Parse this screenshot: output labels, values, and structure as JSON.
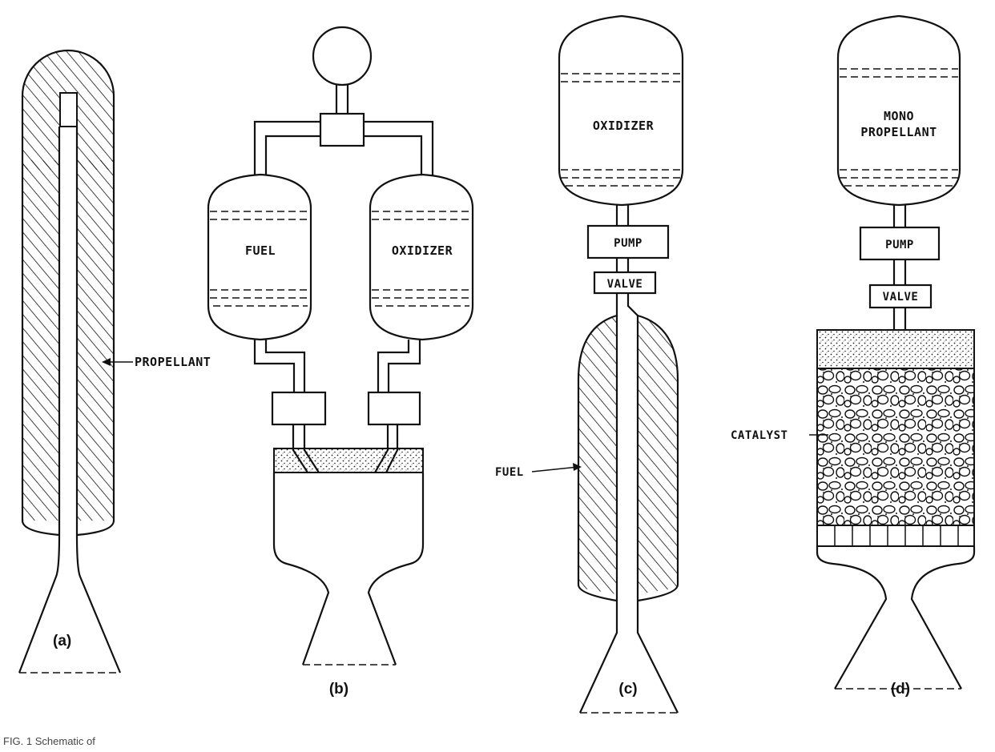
{
  "diagram_a": {
    "label_propellant": "PROPELLANT",
    "caption": "(a)"
  },
  "diagram_b": {
    "label_fuel": "FUEL",
    "label_oxidizer": "OXIDIZER",
    "caption": "(b)"
  },
  "diagram_c": {
    "label_oxidizer": "OXIDIZER",
    "label_pump": "PUMP",
    "label_valve": "VALVE",
    "label_fuel": "FUEL",
    "caption": "(c)"
  },
  "diagram_d": {
    "label_mono_line1": "MONO",
    "label_mono_line2": "PROPELLANT",
    "label_pump": "PUMP",
    "label_valve": "VALVE",
    "label_catalyst": "CATALYST",
    "caption": "(d)"
  },
  "figure_caption": "FIG. 1 Schematic of"
}
